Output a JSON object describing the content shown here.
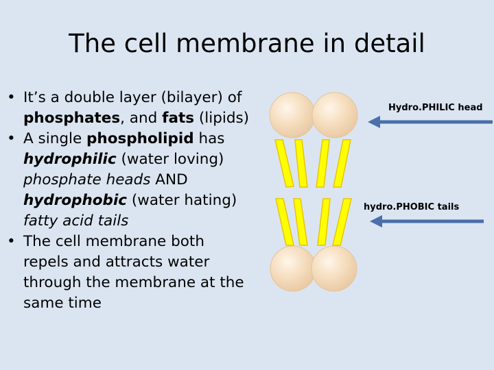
{
  "slide": {
    "title": "The cell membrane in detail"
  },
  "bullets": [
    {
      "runs": [
        {
          "text": "It’s a double layer (bilayer) of ",
          "b": false,
          "i": false
        },
        {
          "text": "phosphates",
          "b": true,
          "i": false
        },
        {
          "text": ", and ",
          "b": false,
          "i": false
        },
        {
          "text": "fats",
          "b": true,
          "i": false
        },
        {
          "text": " (lipids)",
          "b": false,
          "i": false
        }
      ]
    },
    {
      "runs": [
        {
          "text": "A single ",
          "b": false,
          "i": false
        },
        {
          "text": "phospholipid",
          "b": true,
          "i": false
        },
        {
          "text": " has ",
          "b": false,
          "i": false
        },
        {
          "text": "hydrophilic",
          "b": true,
          "i": true
        },
        {
          "text": " (water loving) ",
          "b": false,
          "i": false
        },
        {
          "text": "phosphate heads",
          "b": false,
          "i": true
        },
        {
          "text": " AND ",
          "b": false,
          "i": false
        },
        {
          "text": "hydrophobic",
          "b": true,
          "i": true
        },
        {
          "text": " (water hating) ",
          "b": false,
          "i": false
        },
        {
          "text": "fatty acid tails",
          "b": false,
          "i": true
        }
      ]
    },
    {
      "runs": [
        {
          "text": "The cell membrane both repels and attracts water through the membrane at the same time",
          "b": false,
          "i": false
        }
      ]
    }
  ],
  "diagram": {
    "head_label": "Hydro.PHILIC head",
    "tail_label": "hydro.PHOBIC tails",
    "colors": {
      "background": "#dbe5f1",
      "head_fill": "#f2d6b3",
      "tail_fill": "#ffff00",
      "tail_stroke": "#e8c400",
      "arrow": "#4a6faa"
    }
  }
}
